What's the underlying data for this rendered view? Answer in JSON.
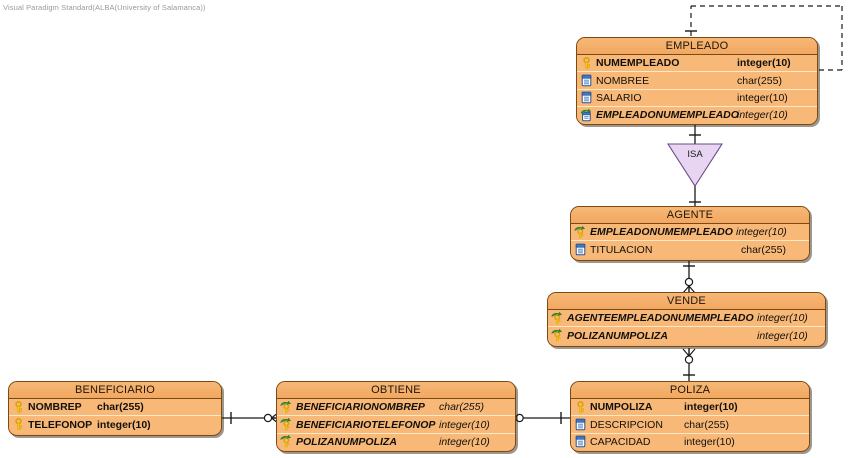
{
  "app": {
    "watermark": "Visual Paradigm Standard(ALBA(University of Salamanca))"
  },
  "types": {
    "int10": "integer(10)",
    "char255": "char(255)"
  },
  "entities": {
    "empleado": {
      "name": "EMPLEADO",
      "columns": [
        {
          "name": "NUMEMPLEADO",
          "type": "integer(10)",
          "icon": "primary-key-icon",
          "style": "pk"
        },
        {
          "name": "NOMBREE",
          "type": "char(255)",
          "icon": "column-icon",
          "style": "normal"
        },
        {
          "name": "SALARIO",
          "type": "integer(10)",
          "icon": "column-icon",
          "style": "normal"
        },
        {
          "name": "EMPLEADONUMEMPLEADO",
          "type": "integer(10)",
          "icon": "foreign-key-icon",
          "style": "fk"
        }
      ]
    },
    "agente": {
      "name": "AGENTE",
      "columns": [
        {
          "name": "EMPLEADONUMEMPLEADO",
          "type": "integer(10)",
          "icon": "primary-foreign-key-icon",
          "style": "fk"
        },
        {
          "name": "TITULACION",
          "type": "char(255)",
          "icon": "column-icon",
          "style": "normal"
        }
      ]
    },
    "vende": {
      "name": "VENDE",
      "columns": [
        {
          "name": "AGENTEEMPLEADONUMEMPLEADO",
          "type": "integer(10)",
          "icon": "primary-foreign-key-icon",
          "style": "fk"
        },
        {
          "name": "POLIZANUMPOLIZA",
          "type": "integer(10)",
          "icon": "primary-foreign-key-icon",
          "style": "fk"
        }
      ]
    },
    "poliza": {
      "name": "POLIZA",
      "columns": [
        {
          "name": "NUMPOLIZA",
          "type": "integer(10)",
          "icon": "primary-key-icon",
          "style": "pk"
        },
        {
          "name": "DESCRIPCION",
          "type": "char(255)",
          "icon": "column-icon",
          "style": "normal"
        },
        {
          "name": "CAPACIDAD",
          "type": "integer(10)",
          "icon": "column-icon",
          "style": "normal"
        }
      ]
    },
    "obtiene": {
      "name": "OBTIENE",
      "columns": [
        {
          "name": "BENEFICIARIONOMBREP",
          "type": "char(255)",
          "icon": "primary-foreign-key-icon",
          "style": "fk"
        },
        {
          "name": "BENEFICIARIOTELEFONOP",
          "type": "integer(10)",
          "icon": "primary-foreign-key-icon",
          "style": "fk"
        },
        {
          "name": "POLIZANUMPOLIZA",
          "type": "integer(10)",
          "icon": "primary-foreign-key-icon",
          "style": "fk"
        }
      ]
    },
    "beneficiario": {
      "name": "BENEFICIARIO",
      "columns": [
        {
          "name": "NOMBREP",
          "type": "char(255)",
          "icon": "primary-key-icon",
          "style": "pk"
        },
        {
          "name": "TELEFONOP",
          "type": "integer(10)",
          "icon": "primary-key-icon",
          "style": "pk"
        }
      ]
    }
  },
  "generalization": {
    "label": "ISA",
    "parent": "EMPLEADO",
    "child": "AGENTE",
    "fill": "#e8d5f2"
  },
  "relationships": [
    {
      "from": "EMPLEADO",
      "to": "EMPLEADO",
      "style": "dashed",
      "kind": "self-reference"
    },
    {
      "from": "AGENTE",
      "to": "VENDE",
      "style": "solid",
      "kind": "one-to-zero-or-many"
    },
    {
      "from": "VENDE",
      "to": "POLIZA",
      "style": "solid",
      "kind": "zero-or-many-to-one"
    },
    {
      "from": "BENEFICIARIO",
      "to": "OBTIENE",
      "style": "solid",
      "kind": "one-to-zero-or-many"
    },
    {
      "from": "OBTIENE",
      "to": "POLIZA",
      "style": "solid",
      "kind": "zero-or-many-to-one"
    }
  ],
  "palette": {
    "entity_fill": "#f8b878",
    "entity_header": "#f2a861",
    "entity_border": "#7b4a12",
    "row_divider": "#fde9c8",
    "isa_fill": "#e8d5f2",
    "line": "#1a1a1a",
    "key_icon": "#f5c518",
    "fk_arrow": "#2f8f3f",
    "column_icon": "#4a7fd4"
  }
}
